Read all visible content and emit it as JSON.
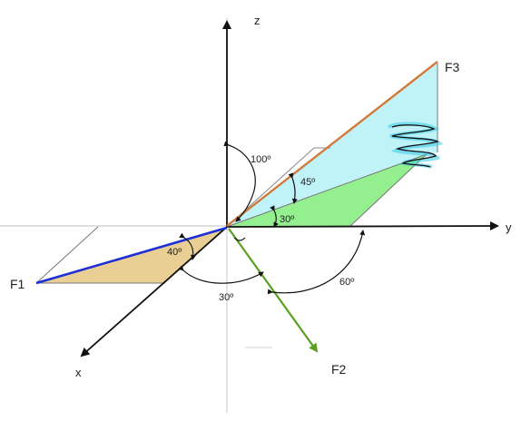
{
  "axes": {
    "x": "x",
    "y": "y",
    "z": "z"
  },
  "forces": {
    "f1": "F1",
    "f2": "F2",
    "f3": "F3"
  },
  "angles": {
    "f3_from_z": "100º",
    "f3_elevation": "45º",
    "f3_plane_from_y": "30º",
    "f1_from_x": "40º",
    "f2_from_x": "30º",
    "f2_from_y": "60º"
  },
  "colors": {
    "f1": "#1f2fd6",
    "f2": "#5aa01e",
    "f3": "#cf7a3a",
    "f1_plane": "#e9cf94",
    "f3_plane_upper": "#bff3f7",
    "f3_plane_lower": "#94ef8e",
    "axis": "#111111"
  }
}
